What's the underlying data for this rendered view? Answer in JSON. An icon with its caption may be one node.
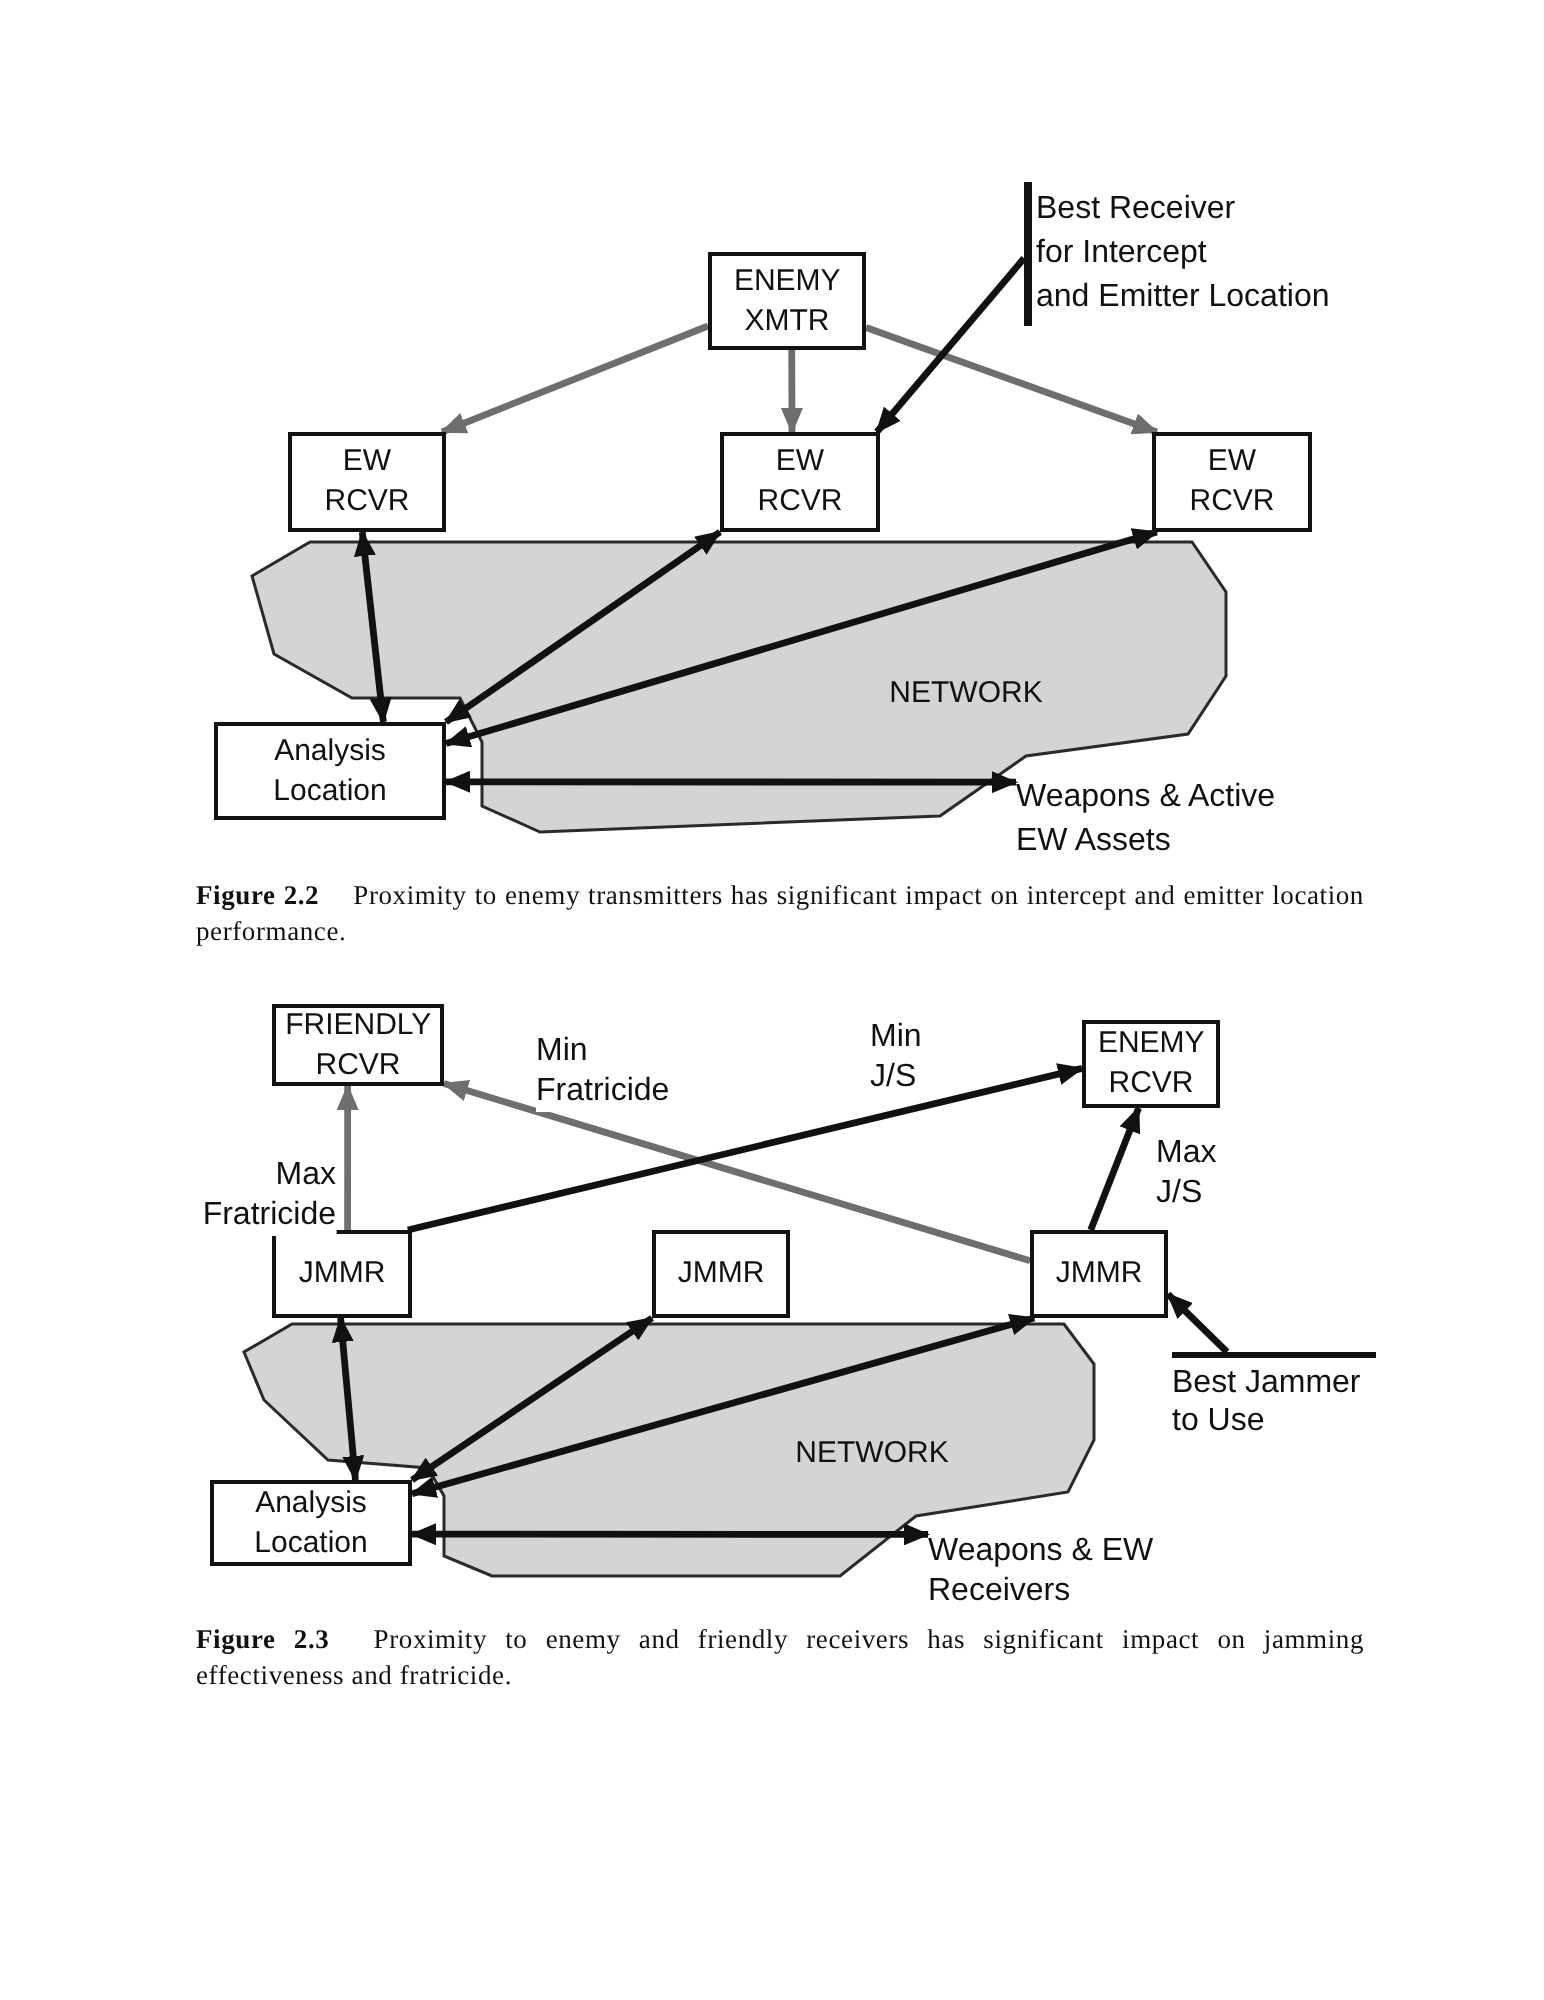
{
  "diagram": {
    "nodes": [
      {
        "text": [
          "ENEMY XMTR"
        ]
      },
      {
        "text": [
          "EW RCVR"
        ]
      },
      {
        "text": [
          "EW RCVR"
        ]
      },
      {
        "text": [
          "EW RCVR"
        ]
      },
      {
        "text": [
          "NETWORK"
        ]
      },
      {
        "text": [
          "Analysis Location"
        ]
      },
      {
        "text": [
          "Weapons & Active EW Assets"
        ]
      },
      {
        "text": [
          "Best Receiver for Intercept and Emitter Location"
        ]
      },
      {
        "text": [
          "FRIENDLY RCVR"
        ]
      },
      {
        "text": [
          "ENEMY RCVR"
        ]
      },
      {
        "text": [
          "JMMR"
        ]
      },
      {
        "text": [
          "JMMR"
        ]
      },
      {
        "text": [
          "JMMR"
        ]
      },
      {
        "text": [
          "NETWORK"
        ]
      },
      {
        "text": [
          "Analysis Location"
        ]
      },
      {
        "text": [
          "Weapons & EW Receivers"
        ]
      },
      {
        "text": [
          "Best Jammer to Use"
        ]
      }
    ],
    "edges": [
      {
        "from": 0,
        "to": 1,
        "arrow": "to",
        "color": "#6e6e6e"
      },
      {
        "from": 0,
        "to": 2,
        "arrow": "to",
        "color": "#6e6e6e"
      },
      {
        "from": 0,
        "to": 3,
        "arrow": "to",
        "color": "#6e6e6e"
      },
      {
        "from": 7,
        "to": 2,
        "arrow": "to"
      },
      {
        "from": 1,
        "to": 5,
        "arrow": "both"
      },
      {
        "from": 2,
        "to": 5,
        "arrow": "both"
      },
      {
        "from": 3,
        "to": 5,
        "arrow": "both"
      },
      {
        "from": 5,
        "to": 6,
        "arrow": "both"
      },
      {
        "from": 10,
        "to": 8,
        "arrow": "to",
        "label": "Max Fratricide",
        "color": "#6e6e6e"
      },
      {
        "from": 12,
        "to": 8,
        "arrow": "to",
        "label": "Min Fratricide",
        "color": "#6e6e6e"
      },
      {
        "from": 10,
        "to": 9,
        "arrow": "to",
        "label": "Min J/S"
      },
      {
        "from": 12,
        "to": 9,
        "arrow": "to",
        "label": "Max J/S"
      },
      {
        "from": 16,
        "to": 12,
        "arrow": "to"
      },
      {
        "from": 10,
        "to": 14,
        "arrow": "both"
      },
      {
        "from": 11,
        "to": 14,
        "arrow": "both"
      },
      {
        "from": 12,
        "to": 14,
        "arrow": "both"
      },
      {
        "from": 14,
        "to": 15,
        "arrow": "both"
      }
    ],
    "labels": [
      "**Figure 2.2** Proximity to enemy transmitters has significant impact on intercept and emitter location performance.",
      "**Figure 2.3** Proximity to enemy and friendly receivers has significant impact on jamming effectiveness and fratricide."
    ]
  }
}
